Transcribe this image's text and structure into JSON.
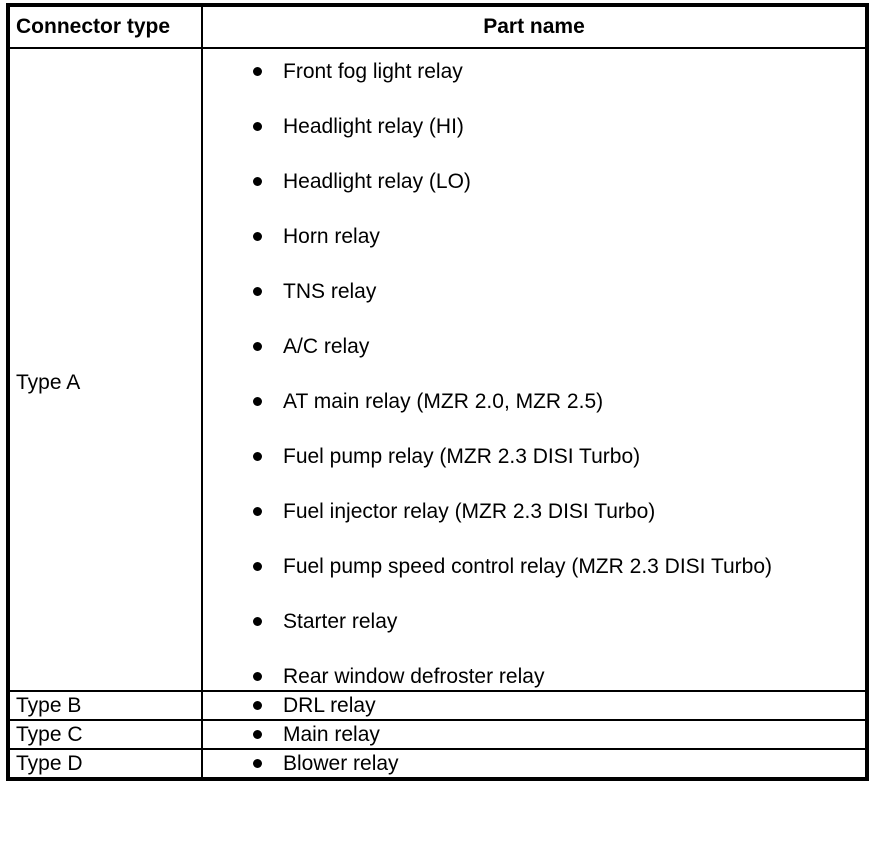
{
  "table": {
    "columns": [
      {
        "key": "connector_type",
        "header": "Connector type",
        "align": "left"
      },
      {
        "key": "part_name",
        "header": "Part name",
        "align": "center"
      }
    ],
    "rows": [
      {
        "connector_type": "Type A",
        "parts": [
          "Front fog light relay",
          "Headlight relay (HI)",
          "Headlight relay (LO)",
          "Horn relay",
          "TNS relay",
          "A/C relay",
          "AT main relay (MZR 2.0, MZR 2.5)",
          "Fuel pump relay (MZR 2.3 DISI Turbo)",
          "Fuel injector relay (MZR 2.3 DISI Turbo)",
          "Fuel pump speed control relay (MZR 2.3 DISI Turbo)",
          "Starter relay",
          "Rear window defroster relay"
        ]
      },
      {
        "connector_type": "Type B",
        "parts": [
          "DRL relay"
        ]
      },
      {
        "connector_type": "Type C",
        "parts": [
          "Main relay"
        ]
      },
      {
        "connector_type": "Type D",
        "parts": [
          "Blower relay"
        ]
      }
    ]
  },
  "style": {
    "border_color": "#000000",
    "text_color": "#000000",
    "background_color": "#ffffff",
    "bullet_glyph": "bullet-dot-icon"
  }
}
